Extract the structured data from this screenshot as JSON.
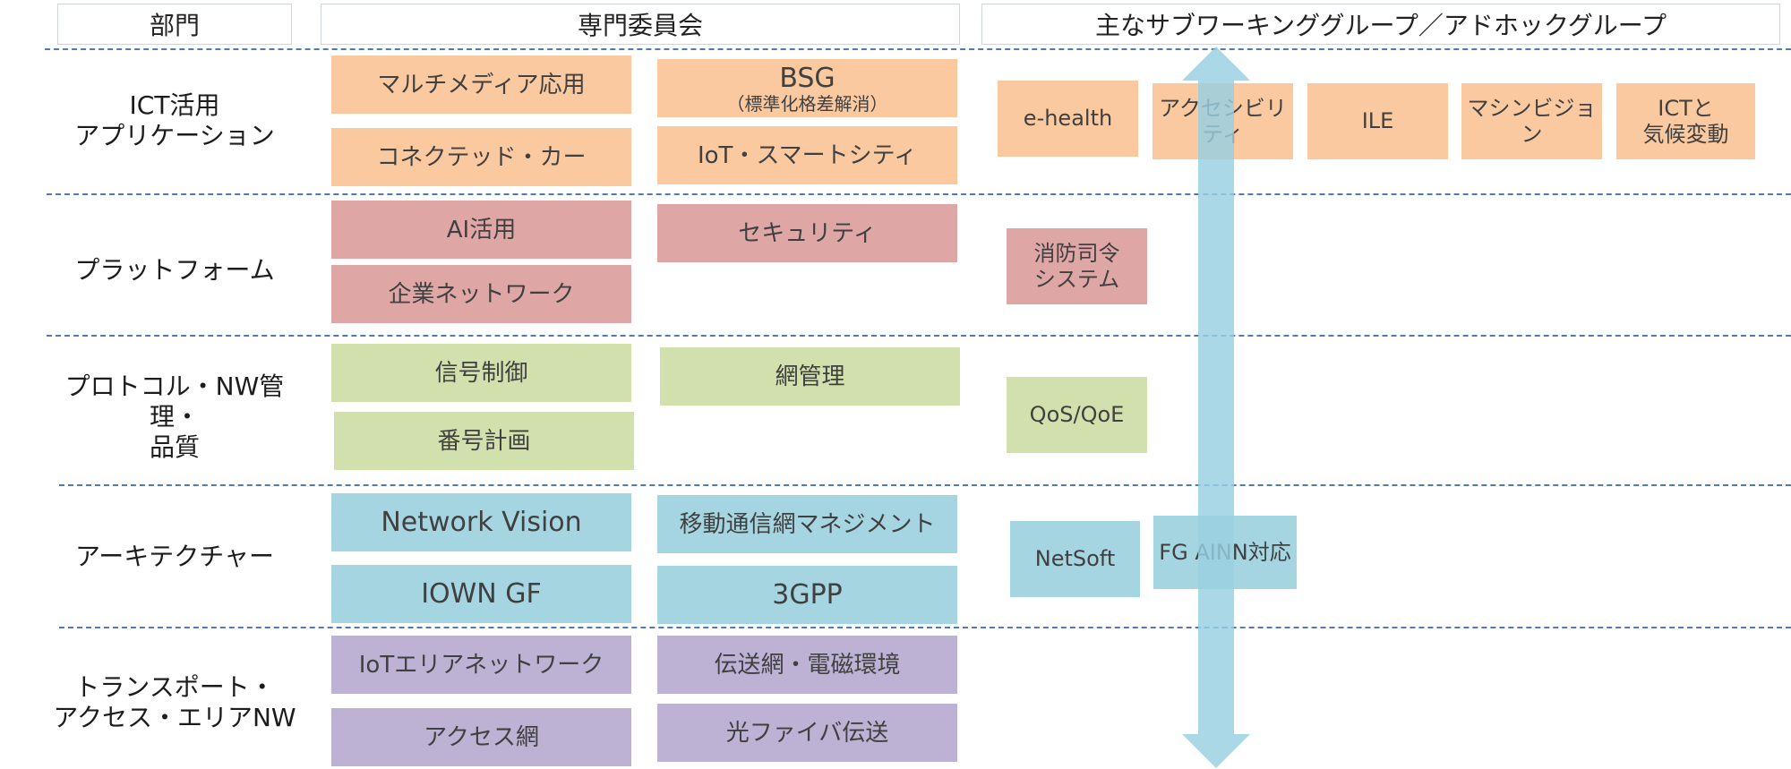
{
  "headers": {
    "division": "部門",
    "committees": "専門委員会",
    "groups": "主なサブワーキンググループ／アドホックグループ"
  },
  "colors": {
    "orange": "#fac9a0",
    "red": "#dfa6a6",
    "green": "#d1e0ad",
    "blue": "#a6d5e2",
    "purple": "#bdb1d4",
    "arrow": "#99d0e0",
    "separator": "#4f7ab6"
  },
  "rows": [
    {
      "label": "ICT活用\nアプリケーション",
      "committees": [
        "マルチメディア応用",
        "BSG",
        "コネクテッド・カー",
        "IoT・スマートシティ"
      ],
      "committee_note": "（標準化格差解消）",
      "groups": [
        "e-health",
        "アクセシビリティ",
        "ILE",
        "マシンビジョン",
        "ICTと\n気候変動"
      ]
    },
    {
      "label": "プラットフォーム",
      "committees": [
        "AI活用",
        "セキュリティ",
        "企業ネットワーク"
      ],
      "groups": [
        "消防司令\nシステム"
      ]
    },
    {
      "label": "プロトコル・NW管理・\n品質",
      "committees": [
        "信号制御",
        "網管理",
        "番号計画"
      ],
      "groups": [
        "QoS/QoE"
      ]
    },
    {
      "label": "アーキテクチャー",
      "committees": [
        "Network Vision",
        "移動通信網マネジメント",
        "IOWN GF",
        "3GPP"
      ],
      "groups": [
        "NetSoft",
        "FG AINN対応"
      ]
    },
    {
      "label": "トランスポート・\nアクセス・エリアNW",
      "committees": [
        "IoTエリアネットワーク",
        "伝送網・電磁環境",
        "アクセス網",
        "光ファイバ伝送"
      ],
      "groups": []
    }
  ]
}
